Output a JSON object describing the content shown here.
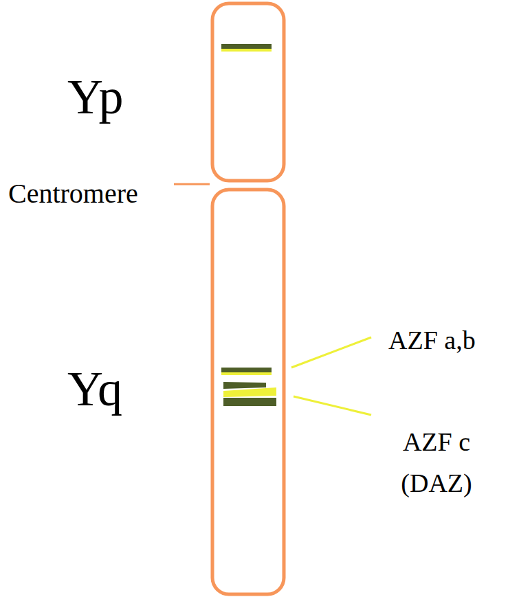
{
  "diagram": {
    "labels": [
      "Yp",
      "Centromere",
      "Yq",
      "AZF a,b",
      "AZF c (DAZ)"
    ]
  }
}
